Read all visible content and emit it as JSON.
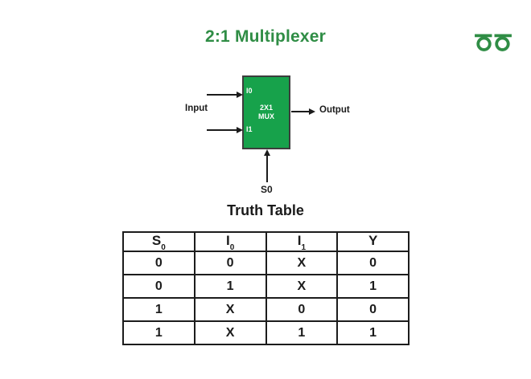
{
  "colors": {
    "brand_green": "#2F8D45",
    "mux_fill_green": "#17A24B",
    "mux_border": "#3D3D3D",
    "text_black": "#1B1B1B",
    "background": "#FFFFFF"
  },
  "header": {
    "title": "2:1 Multiplexer",
    "logo_icon": "geeksforgeeks-logo"
  },
  "diagram": {
    "mux": {
      "label_line1": "2X1",
      "label_line2": "MUX",
      "pin_top": "I0",
      "pin_bottom": "I1"
    },
    "input_label": "Input",
    "output_label": "Output",
    "select_label": "S0"
  },
  "truth_table": {
    "title": "Truth Table",
    "headers": [
      {
        "base": "S",
        "sub": "0"
      },
      {
        "base": "I",
        "sub": "0"
      },
      {
        "base": "I",
        "sub": "1"
      },
      {
        "base": "Y",
        "sub": ""
      }
    ],
    "rows": [
      [
        "0",
        "0",
        "X",
        "0"
      ],
      [
        "0",
        "1",
        "X",
        "1"
      ],
      [
        "1",
        "X",
        "0",
        "0"
      ],
      [
        "1",
        "X",
        "1",
        "1"
      ]
    ]
  }
}
